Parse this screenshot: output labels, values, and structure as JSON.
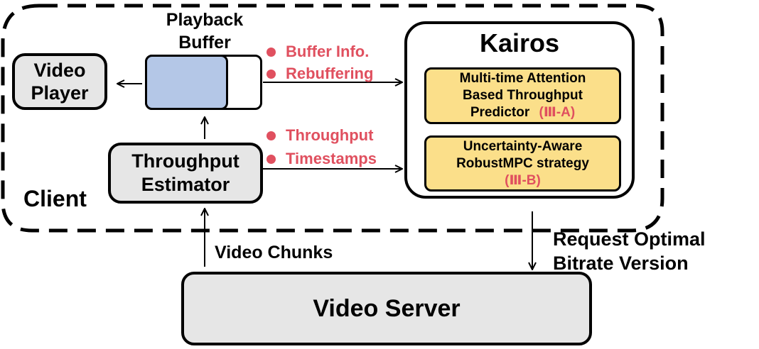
{
  "client": {
    "label": "Client"
  },
  "video_player": {
    "line1": "Video",
    "line2": "Player"
  },
  "playback_buffer": {
    "line1": "Playback",
    "line2": "Buffer"
  },
  "throughput_estimator": {
    "line1": "Throughput",
    "line2": "Estimator"
  },
  "buffer_signals": {
    "items": [
      "Buffer Info.",
      "Rebuffering"
    ]
  },
  "throughput_signals": {
    "items": [
      "Throughput",
      "Timestamps"
    ]
  },
  "kairos": {
    "title": "Kairos",
    "module_a": {
      "line1": "Multi-time Attention",
      "line2": "Based Throughput",
      "line3": "Predictor",
      "ref": "(Ⅲ-A)"
    },
    "module_b": {
      "line1": "Uncertainty-Aware",
      "line2": "RobustMPC strategy",
      "ref": "(Ⅲ-B)"
    }
  },
  "video_chunks": {
    "label": "Video Chunks"
  },
  "request": {
    "line1": "Request Optimal",
    "line2": "Bitrate Version"
  },
  "video_server": {
    "label": "Video Server"
  },
  "colors": {
    "accent_red": "#e0505f",
    "module_fill": "#fbdf8a",
    "buffer_fill": "#b4c7e7",
    "box_gray": "#e6e6e6"
  }
}
